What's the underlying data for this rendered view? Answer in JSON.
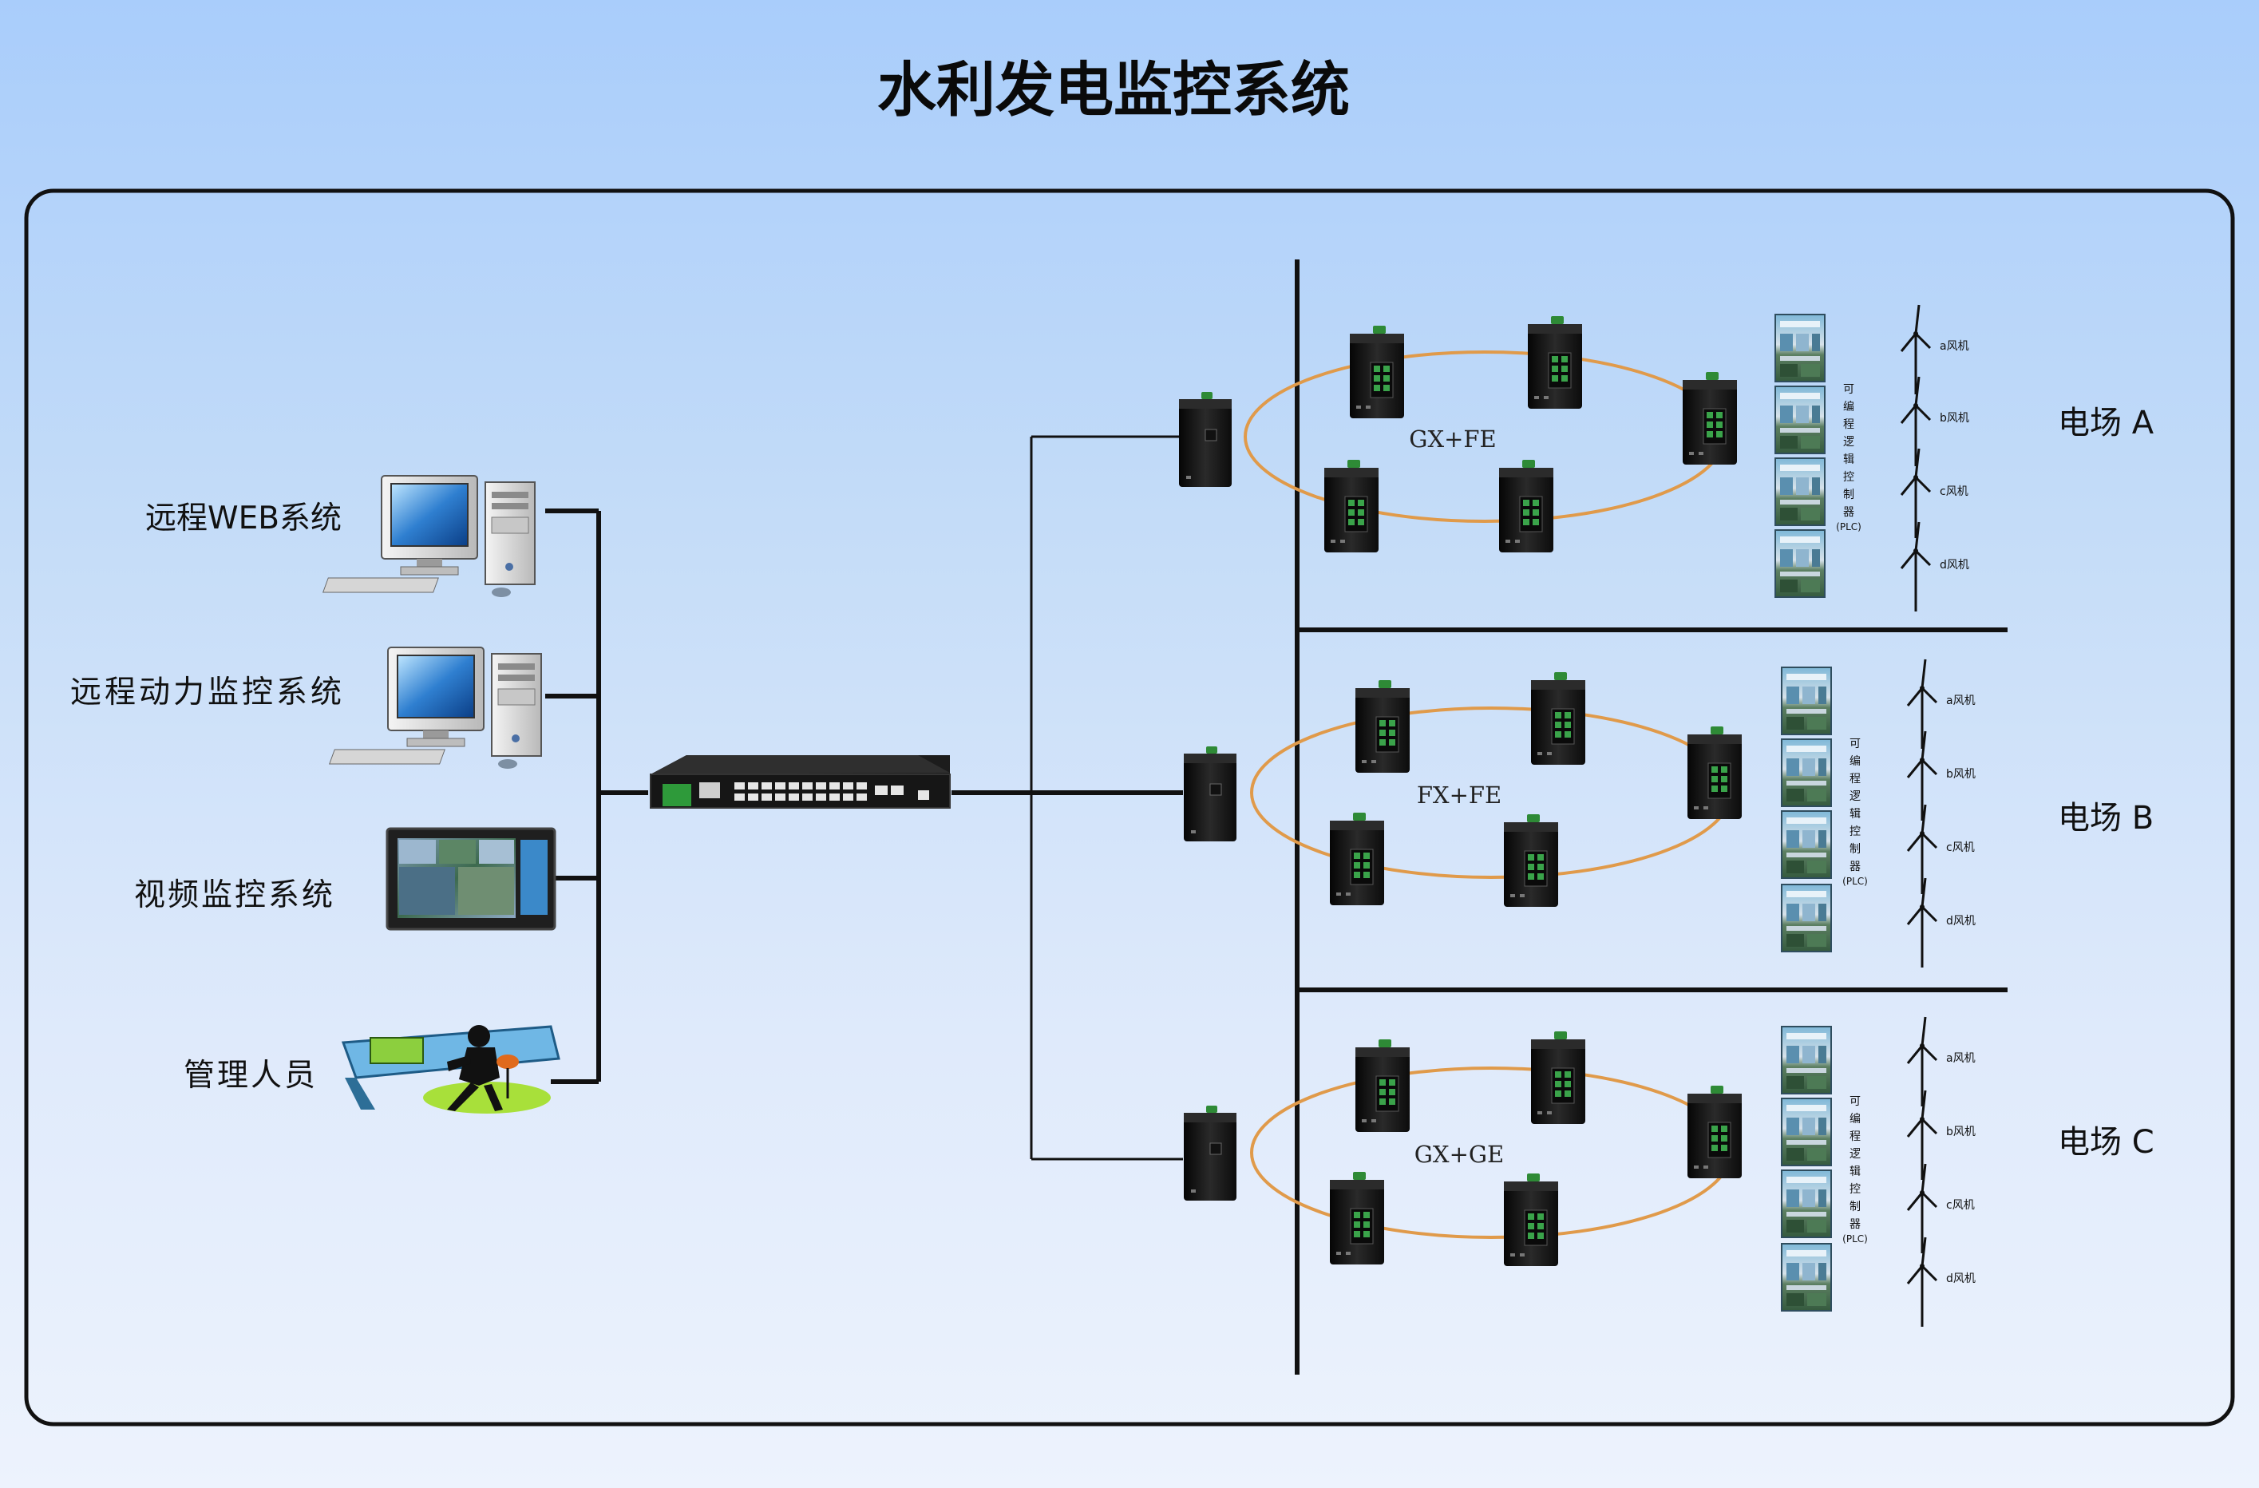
{
  "title": "水利发电监控系统",
  "left_systems": [
    {
      "label": "远程WEB系统",
      "icon": "desktop-computer-icon"
    },
    {
      "label": "远程动力监控系统",
      "icon": "desktop-computer-icon"
    },
    {
      "label": "视频监控系统",
      "icon": "video-wall-monitor-icon"
    },
    {
      "label": "管理人员",
      "icon": "operator-console-icon"
    }
  ],
  "core_device": {
    "icon": "rack-switch-icon"
  },
  "fields": [
    {
      "label": "电场 A",
      "ring_label": "GX+FE"
    },
    {
      "label": "电场 B",
      "ring_label": "FX+FE"
    },
    {
      "label": "电场 C",
      "ring_label": "GX+GE"
    }
  ],
  "plc_label_chars": [
    "可",
    "编",
    "程",
    "逻",
    "辑",
    "控",
    "制",
    "器"
  ],
  "plc_label_suffix": "(PLC)",
  "turbines": [
    "a风机",
    "b风机",
    "c风机",
    "d风机"
  ],
  "colors": {
    "ring": "#e09a4a",
    "line": "#111111",
    "switch_body": "#1b1b1b",
    "port_green": "#3aa34a"
  }
}
